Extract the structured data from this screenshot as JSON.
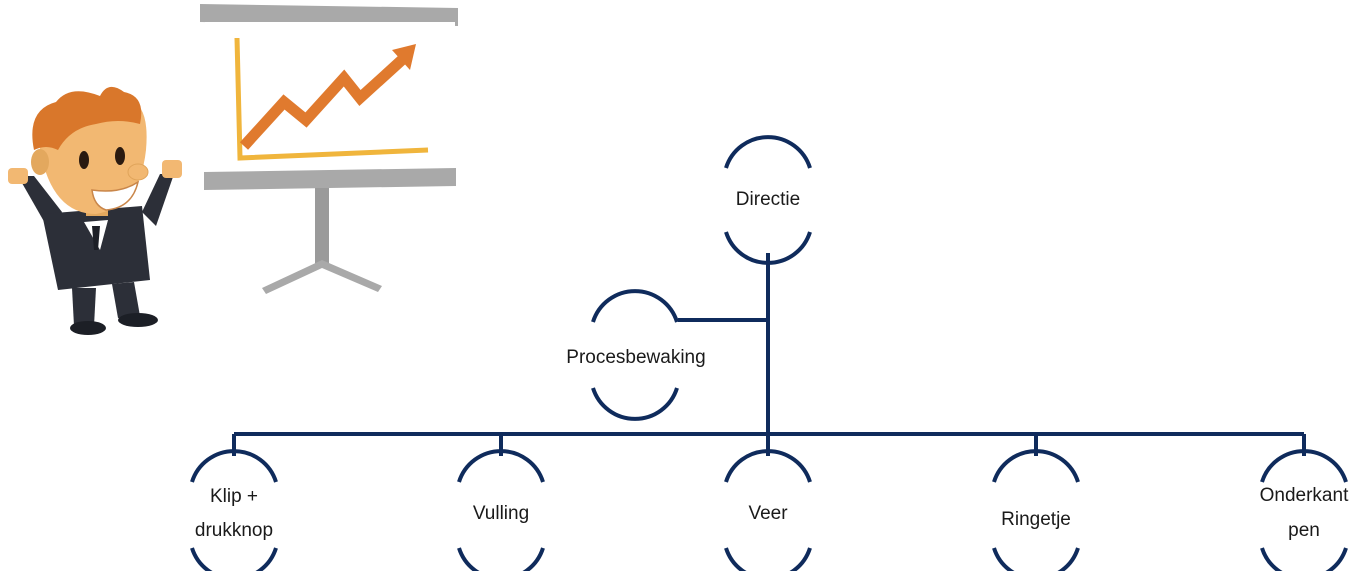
{
  "colors": {
    "line": "#0f2b5c",
    "skin": "#f2b872",
    "hair": "#d9772b",
    "suit": "#2c2f38",
    "board": "#a9a9a9",
    "chart_line": "#f0b53c",
    "arrow": "#e07a2e"
  },
  "illustration": {
    "icon": "businessman-presenting-chart"
  },
  "top_node": {
    "label": "Directie"
  },
  "staff_node": {
    "label": "Procesbewaking"
  },
  "children": [
    {
      "line1": "Klip +",
      "line2": "drukknop"
    },
    {
      "line1": "Vulling",
      "line2": ""
    },
    {
      "line1": "Veer",
      "line2": ""
    },
    {
      "line1": "Ringetje",
      "line2": ""
    },
    {
      "line1": "Onderkant",
      "line2": "pen"
    }
  ]
}
